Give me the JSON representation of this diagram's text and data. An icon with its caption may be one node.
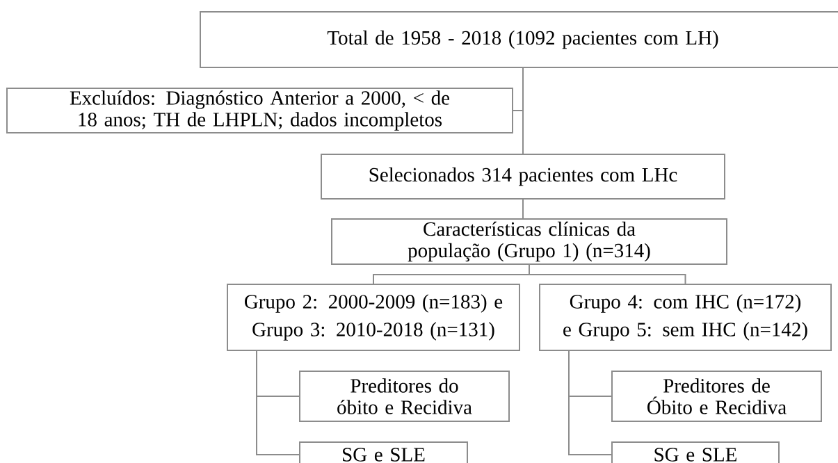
{
  "diagram": {
    "nodes": [
      {
        "text": [
          "Total de 1958 - 2018 (1092 pacientes com LH)"
        ]
      },
      {
        "text": [
          "Excluídos: Diagnóstico Anterior a 2000, < de 18 anos; TH de LHPLN; dados incompletos"
        ]
      },
      {
        "text": [
          "Selecionados 314 pacientes com LHc"
        ]
      },
      {
        "text": [
          "Características clínicas da população (Grupo 1) (n=314)"
        ]
      },
      {
        "text": [
          "Grupo 2: 2000-2009 (n=183) e Grupo 3: 2010-2018 (n=131)"
        ]
      },
      {
        "text": [
          "Grupo 4: com IHC (n=172) e Grupo 5: sem IHC (n=142)"
        ]
      },
      {
        "text": [
          "Preditores do óbito e Recidiva"
        ]
      },
      {
        "text": [
          "SG e SLE"
        ]
      },
      {
        "text": [
          "Preditores de Óbito e Recidiva"
        ]
      },
      {
        "text": [
          "SG e SLE"
        ]
      }
    ],
    "edges": [
      {
        "from": 0,
        "to": 2,
        "arrow": "none"
      },
      {
        "from": 0,
        "to": 1,
        "arrow": "none"
      },
      {
        "from": 2,
        "to": 3,
        "arrow": "none"
      },
      {
        "from": 3,
        "to": 4,
        "arrow": "none"
      },
      {
        "from": 3,
        "to": 5,
        "arrow": "none"
      },
      {
        "from": 4,
        "to": 6,
        "arrow": "none"
      },
      {
        "from": 4,
        "to": 7,
        "arrow": "none"
      },
      {
        "from": 5,
        "to": 8,
        "arrow": "none"
      },
      {
        "from": 5,
        "to": 9,
        "arrow": "none"
      }
    ]
  }
}
